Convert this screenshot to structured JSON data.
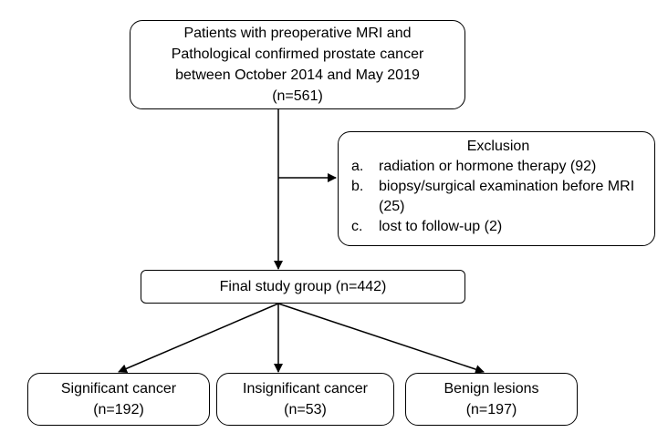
{
  "top_box": {
    "lines": [
      "Patients with preoperative MRI and",
      "Pathological confirmed prostate cancer",
      "between October 2014 and May 2019",
      "(n=561)"
    ]
  },
  "exclusion_box": {
    "title": "Exclusion",
    "items": [
      {
        "letter": "a.",
        "text": "radiation or hormone therapy (92)"
      },
      {
        "letter": "b.",
        "text": "biopsy/surgical examination before MRI (25)"
      },
      {
        "letter": "c.",
        "text": "lost to follow-up (2)"
      }
    ]
  },
  "final_box": {
    "label": "Final study group (n=442)"
  },
  "outcomes": [
    {
      "label": "Significant cancer",
      "count": "(n=192)"
    },
    {
      "label": "Insignificant cancer",
      "count": "(n=53)"
    },
    {
      "label": "Benign lesions",
      "count": "(n=197)"
    }
  ]
}
